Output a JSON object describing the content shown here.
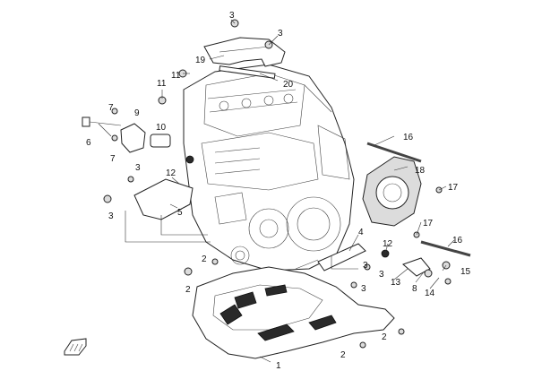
{
  "diagram": {
    "callouts": [
      {
        "id": "c1",
        "text": "1"
      },
      {
        "id": "c2a",
        "text": "2"
      },
      {
        "id": "c2b",
        "text": "2"
      },
      {
        "id": "c2c",
        "text": "2"
      },
      {
        "id": "c2d",
        "text": "2"
      },
      {
        "id": "c3a",
        "text": "3"
      },
      {
        "id": "c3b",
        "text": "3"
      },
      {
        "id": "c3c",
        "text": "3"
      },
      {
        "id": "c3d",
        "text": "3"
      },
      {
        "id": "c3e",
        "text": "3"
      },
      {
        "id": "c3f",
        "text": "3"
      },
      {
        "id": "c3g",
        "text": "3"
      },
      {
        "id": "c4",
        "text": "4"
      },
      {
        "id": "c5",
        "text": "5"
      },
      {
        "id": "c6",
        "text": "6"
      },
      {
        "id": "c7a",
        "text": "7"
      },
      {
        "id": "c7b",
        "text": "7"
      },
      {
        "id": "c8",
        "text": "8"
      },
      {
        "id": "c9",
        "text": "9"
      },
      {
        "id": "c10",
        "text": "10"
      },
      {
        "id": "c11a",
        "text": "11"
      },
      {
        "id": "c11b",
        "text": "11"
      },
      {
        "id": "c12a",
        "text": "12"
      },
      {
        "id": "c12b",
        "text": "12"
      },
      {
        "id": "c13",
        "text": "13"
      },
      {
        "id": "c14",
        "text": "14"
      },
      {
        "id": "c15",
        "text": "15"
      },
      {
        "id": "c16a",
        "text": "16"
      },
      {
        "id": "c16b",
        "text": "16"
      },
      {
        "id": "c17a",
        "text": "17"
      },
      {
        "id": "c17b",
        "text": "17"
      },
      {
        "id": "c18",
        "text": "18"
      },
      {
        "id": "c19",
        "text": "19"
      },
      {
        "id": "c20",
        "text": "20"
      }
    ],
    "colors": {
      "line": "#222222",
      "fill": "#ffffff",
      "shade": "#dcdcdc",
      "dark": "#2a2a2a"
    },
    "icons": {
      "orientation": "front-arrow-icon"
    }
  }
}
